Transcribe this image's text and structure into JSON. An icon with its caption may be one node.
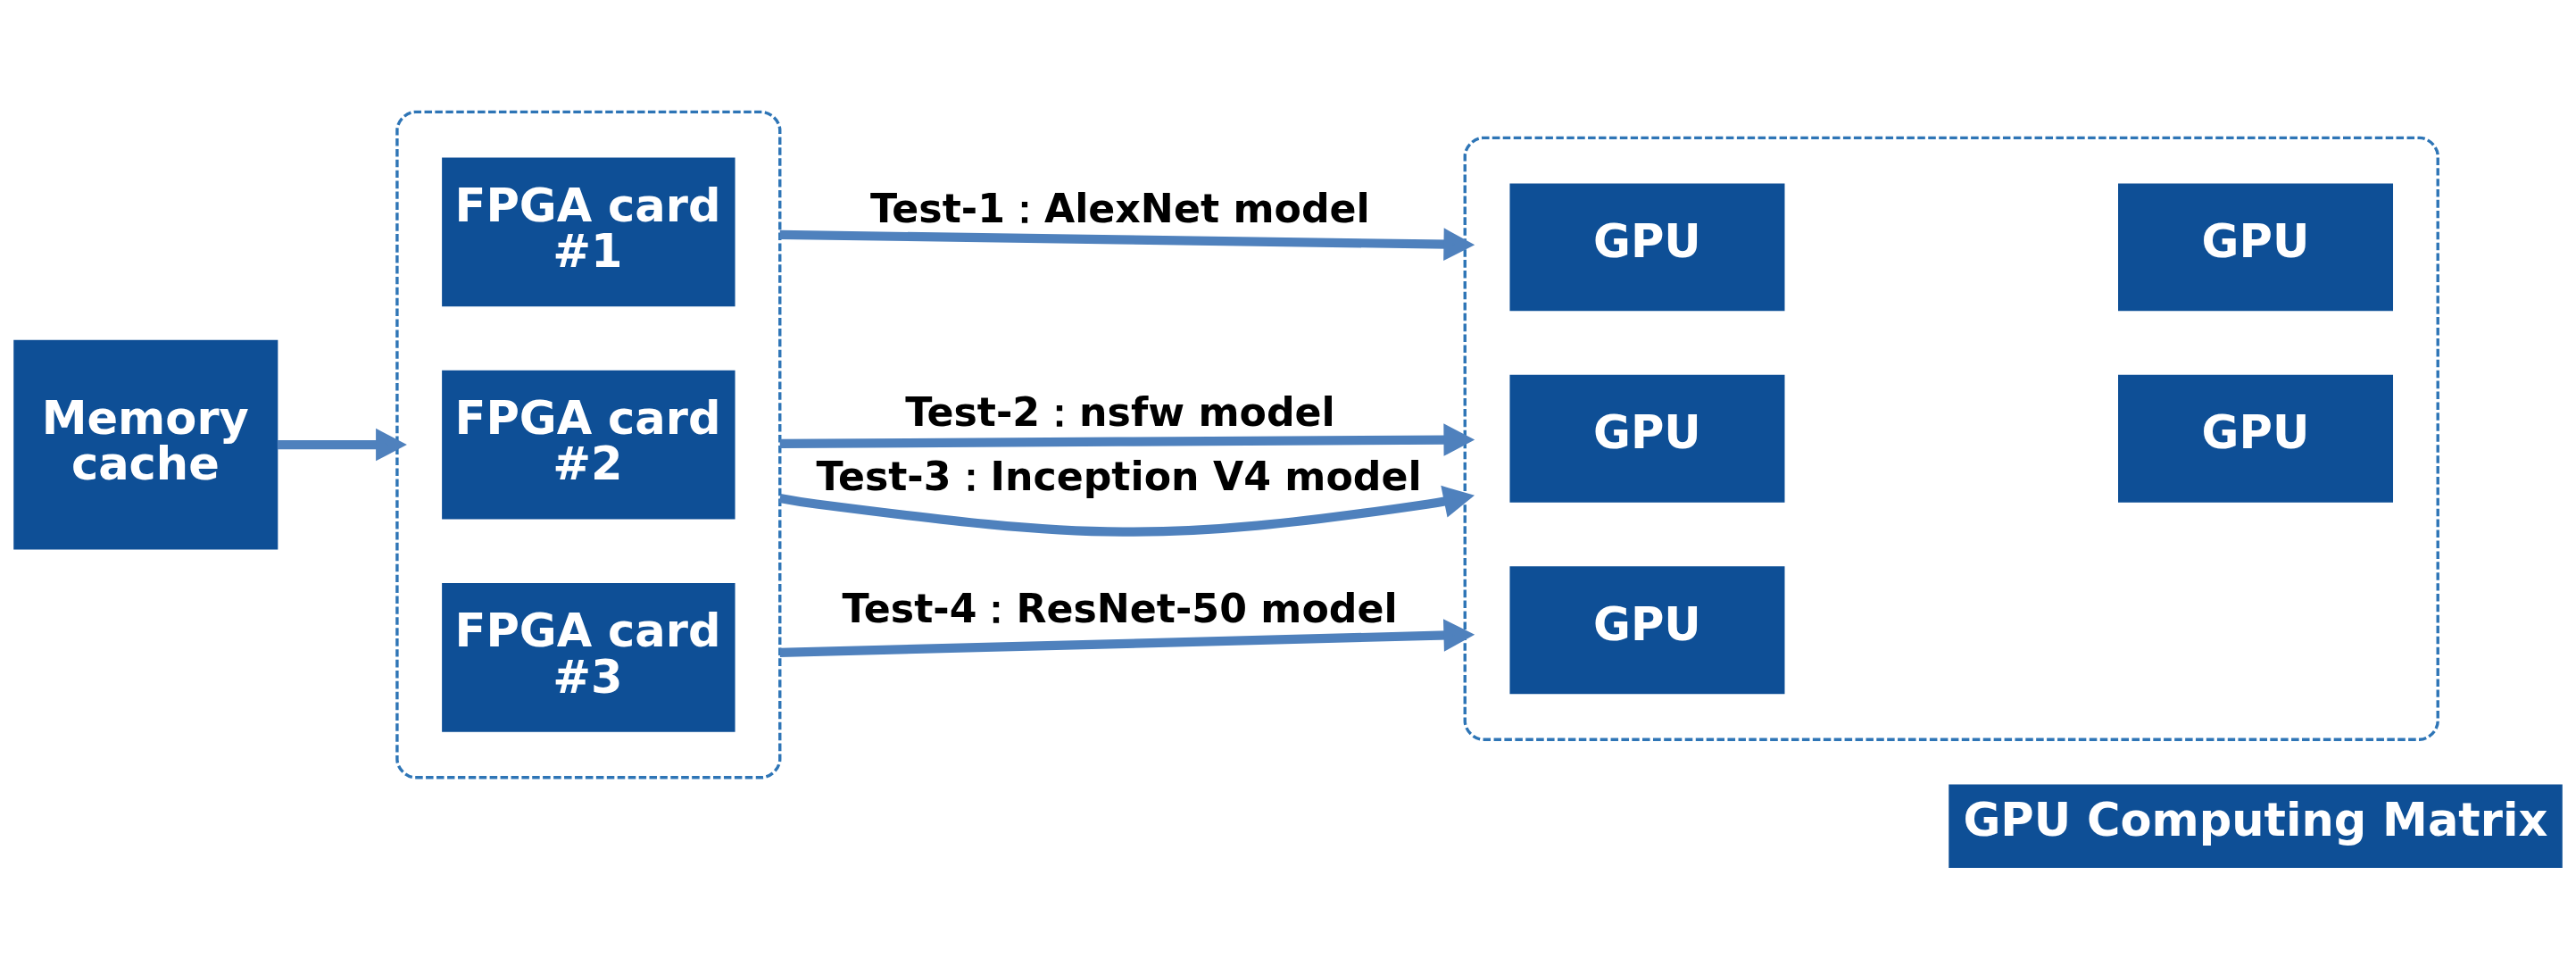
{
  "diagram": {
    "nodes": [
      {
        "text": [
          "Memory cache"
        ]
      },
      {
        "text": [],
        "shape": "box"
      },
      {
        "text": [
          "FPGA card #1"
        ],
        "in": 1
      },
      {
        "text": [
          "FPGA card #2"
        ],
        "in": 1
      },
      {
        "text": [
          "FPGA card #3"
        ],
        "in": 1
      },
      {
        "text": [],
        "shape": "box"
      },
      {
        "text": [
          "GPU"
        ],
        "in": 5
      },
      {
        "text": [
          "GPU"
        ],
        "in": 5
      },
      {
        "text": [
          "GPU"
        ],
        "in": 5
      },
      {
        "text": [
          "GPU"
        ],
        "in": 5
      },
      {
        "text": [
          "GPU"
        ],
        "in": 5
      },
      {
        "text": [
          "GPU Computing Matrix"
        ]
      }
    ],
    "edges": [
      {
        "from": 0,
        "to": 1,
        "arrow": "to"
      },
      {
        "from": 1,
        "to": 5,
        "arrow": "to",
        "label": "Test-1：AlexNet model"
      },
      {
        "from": 1,
        "to": 5,
        "arrow": "to",
        "label": "Test-2：nsfw model"
      },
      {
        "from": 1,
        "to": 5,
        "arrow": "to",
        "label": "Test-3：Inception V4 model"
      },
      {
        "from": 1,
        "to": 5,
        "arrow": "to",
        "label": "Test-4：ResNet-50 model"
      }
    ]
  }
}
